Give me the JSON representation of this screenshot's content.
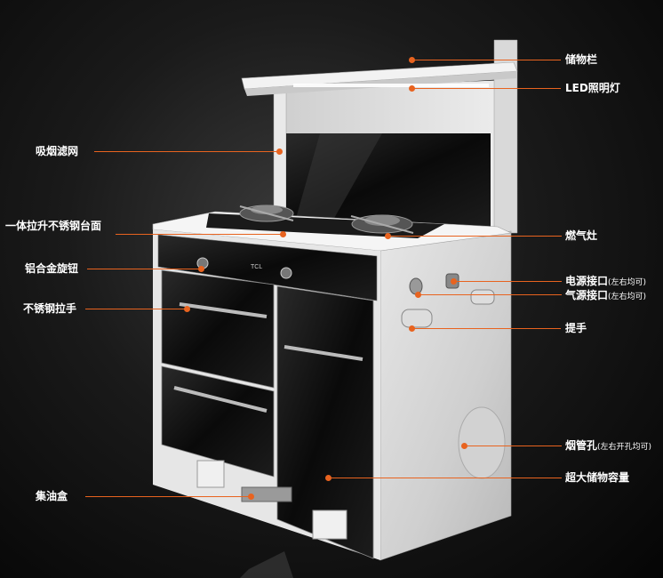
{
  "brand": "TCL",
  "accent_color": "#e8631f",
  "labels": {
    "storage_shelf": "储物栏",
    "led_light": "LED照明灯",
    "smoke_filter": "吸烟滤网",
    "lift_countertop": "一体拉升不锈钢台面",
    "gas_stove": "燃气灶",
    "aluminum_knob": "铝合金旋钮",
    "power_port": "电源接口",
    "power_port_note": "(左右均可)",
    "gas_port": "气源接口",
    "gas_port_note": "(左右均可)",
    "steel_handle": "不锈钢拉手",
    "grip_handle": "提手",
    "flue_hole": "烟管孔",
    "flue_hole_note": "(左右开孔均可)",
    "large_storage": "超大储物容量",
    "oil_box": "集油盒"
  }
}
